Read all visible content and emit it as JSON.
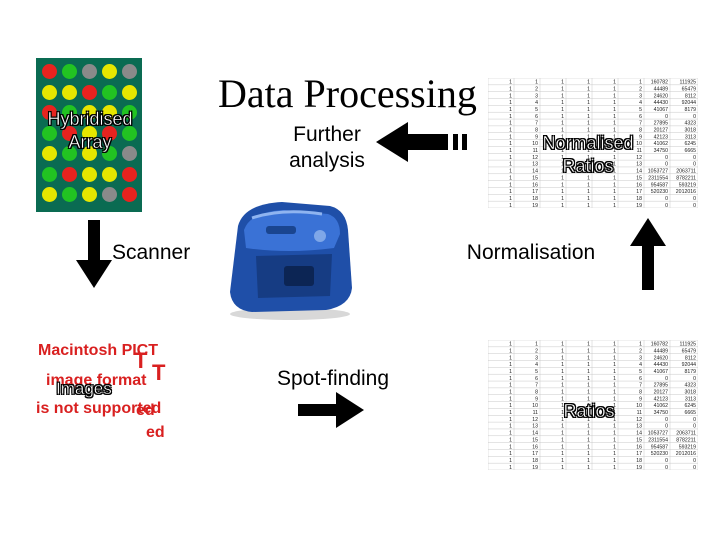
{
  "title": "Data Processing",
  "hybridised_array": {
    "label": "Hybridised Array",
    "spots": [
      [
        "#e8231f",
        "#22c322",
        "#8a8a8a",
        "#e6e600",
        "#8a8a8a"
      ],
      [
        "#e6e600",
        "#e6e600",
        "#e8231f",
        "#22c322",
        "#e6e600"
      ],
      [
        "#e8231f",
        "#22c322",
        "#e6e600",
        "#e6e600",
        "#22c322"
      ],
      [
        "#22c322",
        "#e8231f",
        "#e6e600",
        "#e8231f",
        "#22c322"
      ],
      [
        "#e6e600",
        "#22c322",
        "#e6e600",
        "#22c322",
        "#8a8a8a"
      ],
      [
        "#22c322",
        "#e8231f",
        "#e6e600",
        "#e6e600",
        "#e8231f"
      ],
      [
        "#e6e600",
        "#22c322",
        "#e6e600",
        "#8a8a8a",
        "#e8231f"
      ]
    ]
  },
  "labels": {
    "scanner": "Scanner",
    "further_analysis": "Further analysis",
    "normalised_ratios": "Normalised Ratios",
    "normalisation": "Normalisation",
    "spot_finding": "Spot-finding",
    "ratios": "Ratios",
    "images": "Images"
  },
  "pict_placeholder": {
    "line1": "Macintosh PICT",
    "line2": "image format",
    "line3": "is not supported"
  },
  "spreadsheet_rows": [
    [
      "1",
      "1",
      "1",
      "1",
      "1",
      "1",
      "160782",
      "111925"
    ],
    [
      "1",
      "2",
      "1",
      "1",
      "1",
      "2",
      "44489",
      "65479"
    ],
    [
      "1",
      "3",
      "1",
      "1",
      "1",
      "3",
      "24620",
      "8112"
    ],
    [
      "1",
      "4",
      "1",
      "1",
      "1",
      "4",
      "44430",
      "92044"
    ],
    [
      "1",
      "5",
      "1",
      "1",
      "1",
      "5",
      "41067",
      "8179"
    ],
    [
      "1",
      "6",
      "1",
      "1",
      "1",
      "6",
      "0",
      "0"
    ],
    [
      "1",
      "7",
      "1",
      "1",
      "1",
      "7",
      "27895",
      "4323"
    ],
    [
      "1",
      "8",
      "1",
      "1",
      "1",
      "8",
      "20127",
      "3018"
    ],
    [
      "1",
      "9",
      "1",
      "1",
      "1",
      "9",
      "42123",
      "3113"
    ],
    [
      "1",
      "10",
      "1",
      "1",
      "1",
      "10",
      "41062",
      "6245"
    ],
    [
      "1",
      "11",
      "1",
      "1",
      "1",
      "11",
      "34750",
      "6665"
    ],
    [
      "1",
      "12",
      "1",
      "1",
      "1",
      "12",
      "0",
      "0"
    ],
    [
      "1",
      "13",
      "1",
      "1",
      "1",
      "13",
      "0",
      "0"
    ],
    [
      "1",
      "14",
      "1",
      "1",
      "1",
      "14",
      "1053727",
      "2063711"
    ],
    [
      "1",
      "15",
      "1",
      "1",
      "1",
      "15",
      "2311554",
      "8782211"
    ],
    [
      "1",
      "16",
      "1",
      "1",
      "1",
      "16",
      "954587",
      "593219"
    ],
    [
      "1",
      "17",
      "1",
      "1",
      "1",
      "17",
      "520230",
      "2012016"
    ],
    [
      "1",
      "18",
      "1",
      "1",
      "1",
      "18",
      "0",
      "0"
    ],
    [
      "1",
      "19",
      "1",
      "1",
      "1",
      "19",
      "0",
      "0"
    ]
  ],
  "colors": {
    "array_background": "#0a6b52",
    "scanner_body": "#1f4fa8",
    "pict_text": "#d92020"
  }
}
